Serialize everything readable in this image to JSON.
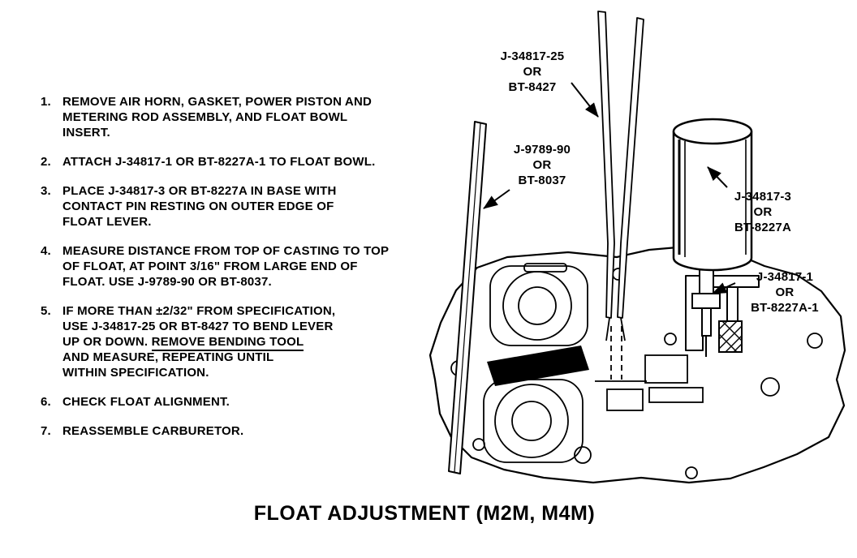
{
  "colors": {
    "ink": "#000000",
    "paper": "#ffffff"
  },
  "title": "FLOAT ADJUSTMENT (M2M, M4M)",
  "steps": [
    {
      "num": "1.",
      "lines": [
        [
          {
            "t": "REMOVE AIR HORN, GASKET, POWER PISTON AND"
          }
        ],
        [
          {
            "t": "METERING ROD ASSEMBLY, AND FLOAT BOWL"
          }
        ],
        [
          {
            "t": "INSERT."
          }
        ]
      ]
    },
    {
      "num": "2.",
      "lines": [
        [
          {
            "t": "ATTACH J-34817-1 OR BT-8227A-1 TO FLOAT BOWL."
          }
        ]
      ]
    },
    {
      "num": "3.",
      "lines": [
        [
          {
            "t": "PLACE J-34817-3 OR BT-8227A IN BASE WITH"
          }
        ],
        [
          {
            "t": "CONTACT PIN RESTING ON OUTER EDGE OF"
          }
        ],
        [
          {
            "t": "FLOAT LEVER."
          }
        ]
      ]
    },
    {
      "num": "4.",
      "lines": [
        [
          {
            "t": "MEASURE DISTANCE FROM TOP OF CASTING TO TOP"
          }
        ],
        [
          {
            "t": "OF FLOAT, AT POINT 3/16\" FROM LARGE END OF"
          }
        ],
        [
          {
            "t": "FLOAT. USE J-9789-90 OR BT-8037."
          }
        ]
      ]
    },
    {
      "num": "5.",
      "lines": [
        [
          {
            "t": "IF MORE THAN ±2/32\" FROM SPECIFICATION,"
          }
        ],
        [
          {
            "t": "USE J-34817-25 OR BT-8427 TO BEND LEVER"
          }
        ],
        [
          {
            "t": "UP OR DOWN. "
          },
          {
            "t": "REMOVE BENDING TOOL",
            "u": true
          }
        ],
        [
          {
            "t": "AND MEASURE, REPEATING UNTIL"
          }
        ],
        [
          {
            "t": "WITHIN SPECIFICATION."
          }
        ]
      ]
    },
    {
      "num": "6.",
      "lines": [
        [
          {
            "t": "CHECK FLOAT ALIGNMENT."
          }
        ]
      ]
    },
    {
      "num": "7.",
      "lines": [
        [
          {
            "t": "REASSEMBLE CARBURETOR."
          }
        ]
      ]
    }
  ],
  "callouts": {
    "bending_tool": {
      "lines": [
        "J-34817-25",
        "OR",
        "BT-8427"
      ]
    },
    "measuring_scale": {
      "lines": [
        "J-9789-90",
        "OR",
        "BT-8037"
      ]
    },
    "gauge_cylinder": {
      "lines": [
        "J-34817-3",
        "OR",
        "BT-8227A"
      ]
    },
    "float_bowl_adapter": {
      "lines": [
        "J-34817-1",
        "OR",
        "BT-8227A-1"
      ]
    }
  }
}
